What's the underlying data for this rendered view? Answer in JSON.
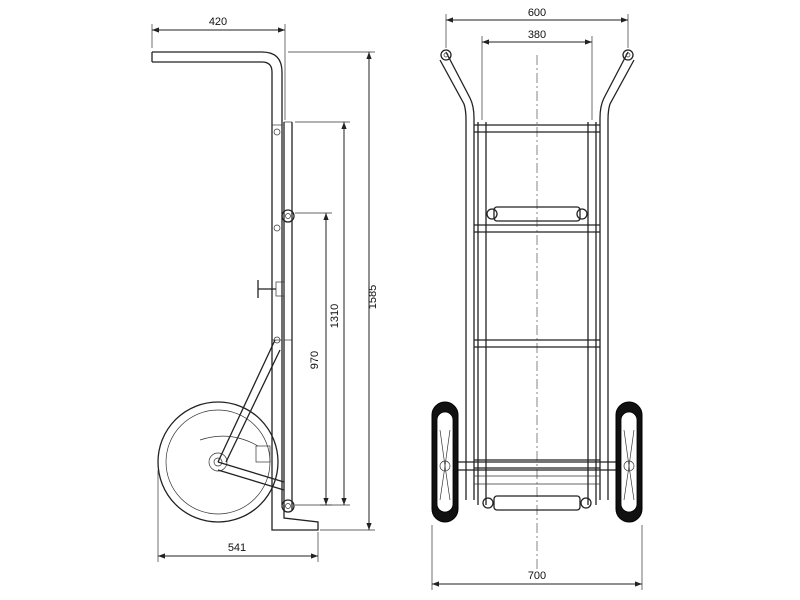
{
  "side_view": {
    "dims": {
      "top_width": "420",
      "height_total": "1585",
      "height_mid": "1310",
      "height_low": "970",
      "base_depth": "541"
    }
  },
  "front_view": {
    "dims": {
      "handle_width": "600",
      "inner_width": "380",
      "axle_width": "700"
    }
  }
}
